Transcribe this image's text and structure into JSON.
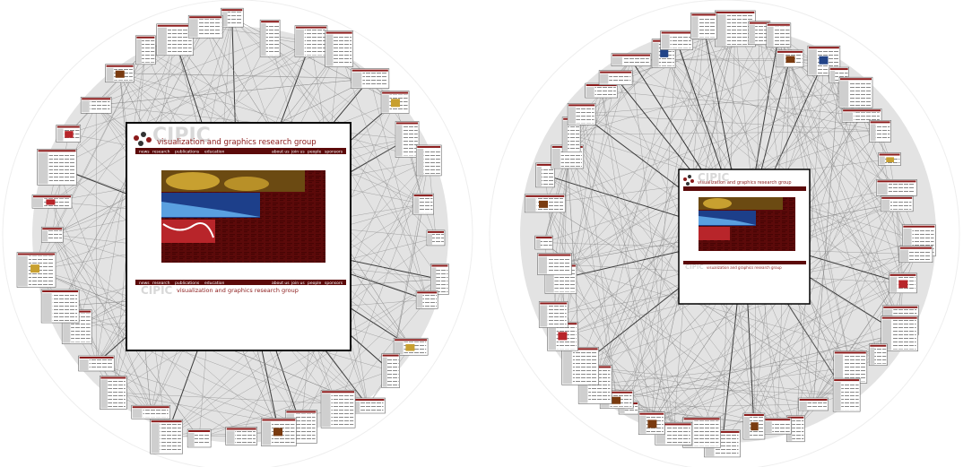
{
  "site": {
    "logo": "CIPIC",
    "title": "visualization and graphics research group",
    "nav_left": [
      "news",
      "research",
      "publications",
      "education"
    ],
    "nav_right": [
      "about us",
      "join us",
      "people",
      "sponsors"
    ]
  },
  "colors": {
    "header_red": "#8b1a1a",
    "dark_red": "#5c0a0a",
    "edge": "#888888",
    "edge_strong": "#111111",
    "disc": "#e3e3e3",
    "ring": "#eeeeee",
    "page_bg": "#ffffff"
  },
  "graphs": [
    {
      "id": "left",
      "nodes": 36
    },
    {
      "id": "right",
      "nodes": 48
    }
  ]
}
